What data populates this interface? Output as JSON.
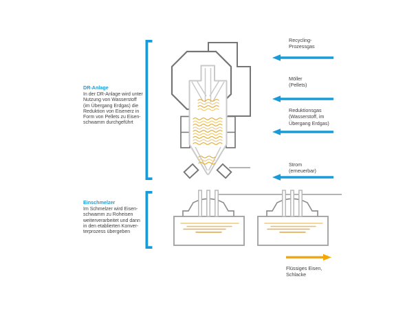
{
  "palette": {
    "accent_blue": "#189CD9",
    "accent_yellow": "#F5A800",
    "body_text": "#3D3D3D",
    "outline_dark": "#757575",
    "outline_light": "#C9C9C9",
    "material_gold": "#E6B23F"
  },
  "sections": {
    "dr": {
      "title": "DR-Anlage",
      "body": "In der DR-Anlage wird unter\nNutzung von Wasserstoff\n(im Übergang Erdgas) die\nReduktion von Eisenerz in\nForm von Pellets zu Eisen-\nschwamm durchgeführt"
    },
    "melter": {
      "title": "Einschmelzer",
      "body": "Im Schmelzer wird Eisen-\nschwamm zu Roheisen\nweiterverarbeitet und dann\nin den etablierten Konver-\nterprozess übergeben"
    }
  },
  "inputs": [
    {
      "label": "Recycling-\nProzessgas",
      "direction": "left"
    },
    {
      "label": "Möller\n(Pellets)",
      "direction": "left"
    },
    {
      "label": "Reduktionsgas\n(Wasserstoff, im\nÜbergang Erdgas)",
      "direction": "left"
    },
    {
      "label": "Strom\n(erneuerbar)",
      "direction": "left"
    }
  ],
  "output": {
    "label": "Flüssiges Eisen,\nSchlacke",
    "direction": "right"
  }
}
